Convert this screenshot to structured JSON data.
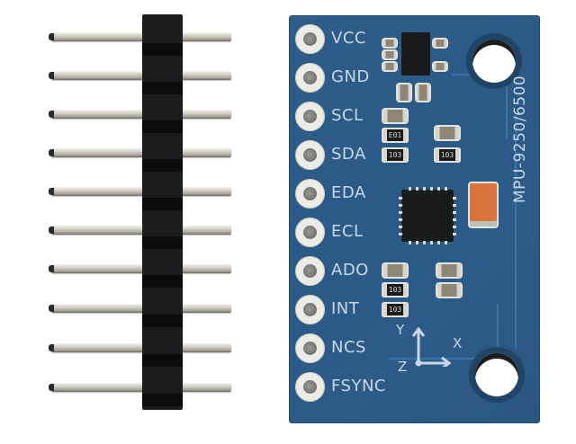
{
  "scene": {
    "description": "Product photo of a blue MPU-9250/6500 IMU breakout board next to a 10-pin straight male pin header on a white background",
    "background_color": "#ffffff"
  },
  "board": {
    "part_number": "MPU-9250/6500",
    "pcb_color": "#2e5d8a",
    "silkscreen_color": "#c9d7e6",
    "pins": [
      {
        "label": "VCC"
      },
      {
        "label": "GND"
      },
      {
        "label": "SCL"
      },
      {
        "label": "SDA"
      },
      {
        "label": "EDA"
      },
      {
        "label": "ECL"
      },
      {
        "label": "ADO"
      },
      {
        "label": "INT"
      },
      {
        "label": "NCS"
      },
      {
        "label": "FSYNC"
      }
    ],
    "resistor_markings": [
      "E01",
      "103",
      "103",
      "103",
      "103"
    ],
    "axis_labels": {
      "y": "Y",
      "x": "X",
      "z": "Z"
    },
    "tantalum_cap_color": "#d9743f"
  },
  "pin_header": {
    "pin_count": 10,
    "housing_color": "#1c1c1e",
    "pin_color": "#cfcdc5"
  }
}
